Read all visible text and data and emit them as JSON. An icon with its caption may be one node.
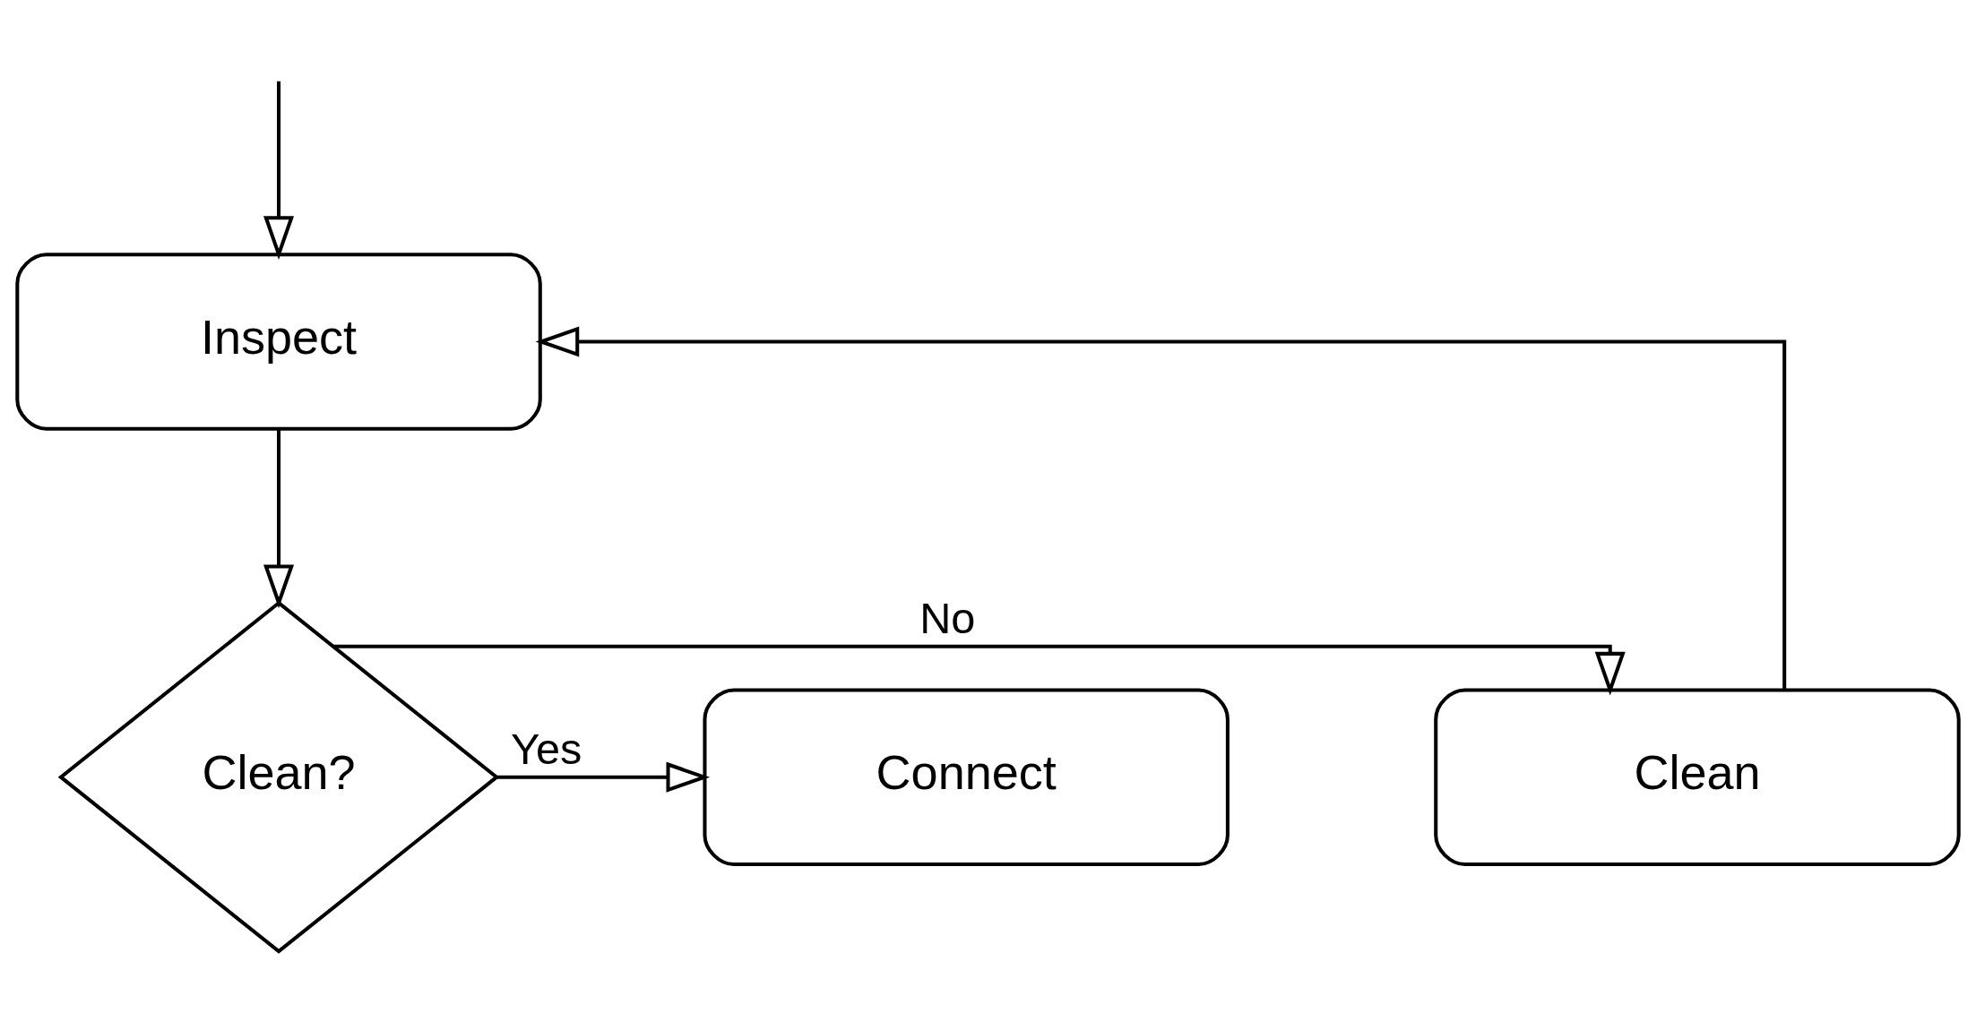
{
  "diagram": {
    "nodes": [
      {
        "text": [
          "Inspect"
        ]
      },
      {
        "text": [
          "Clean?"
        ]
      },
      {
        "text": [
          "Clean"
        ]
      },
      {
        "text": [
          "Connect"
        ]
      }
    ],
    "edges": [
      {
        "from": null,
        "to": 0,
        "arrow": "to"
      },
      {
        "from": 0,
        "to": 1,
        "arrow": "to"
      },
      {
        "from": 1,
        "to": 2,
        "label": "No",
        "arrow": "to"
      },
      {
        "from": 1,
        "to": 3,
        "label": "Yes",
        "arrow": "to"
      },
      {
        "from": 2,
        "to": 0,
        "arrow": "to"
      }
    ]
  }
}
